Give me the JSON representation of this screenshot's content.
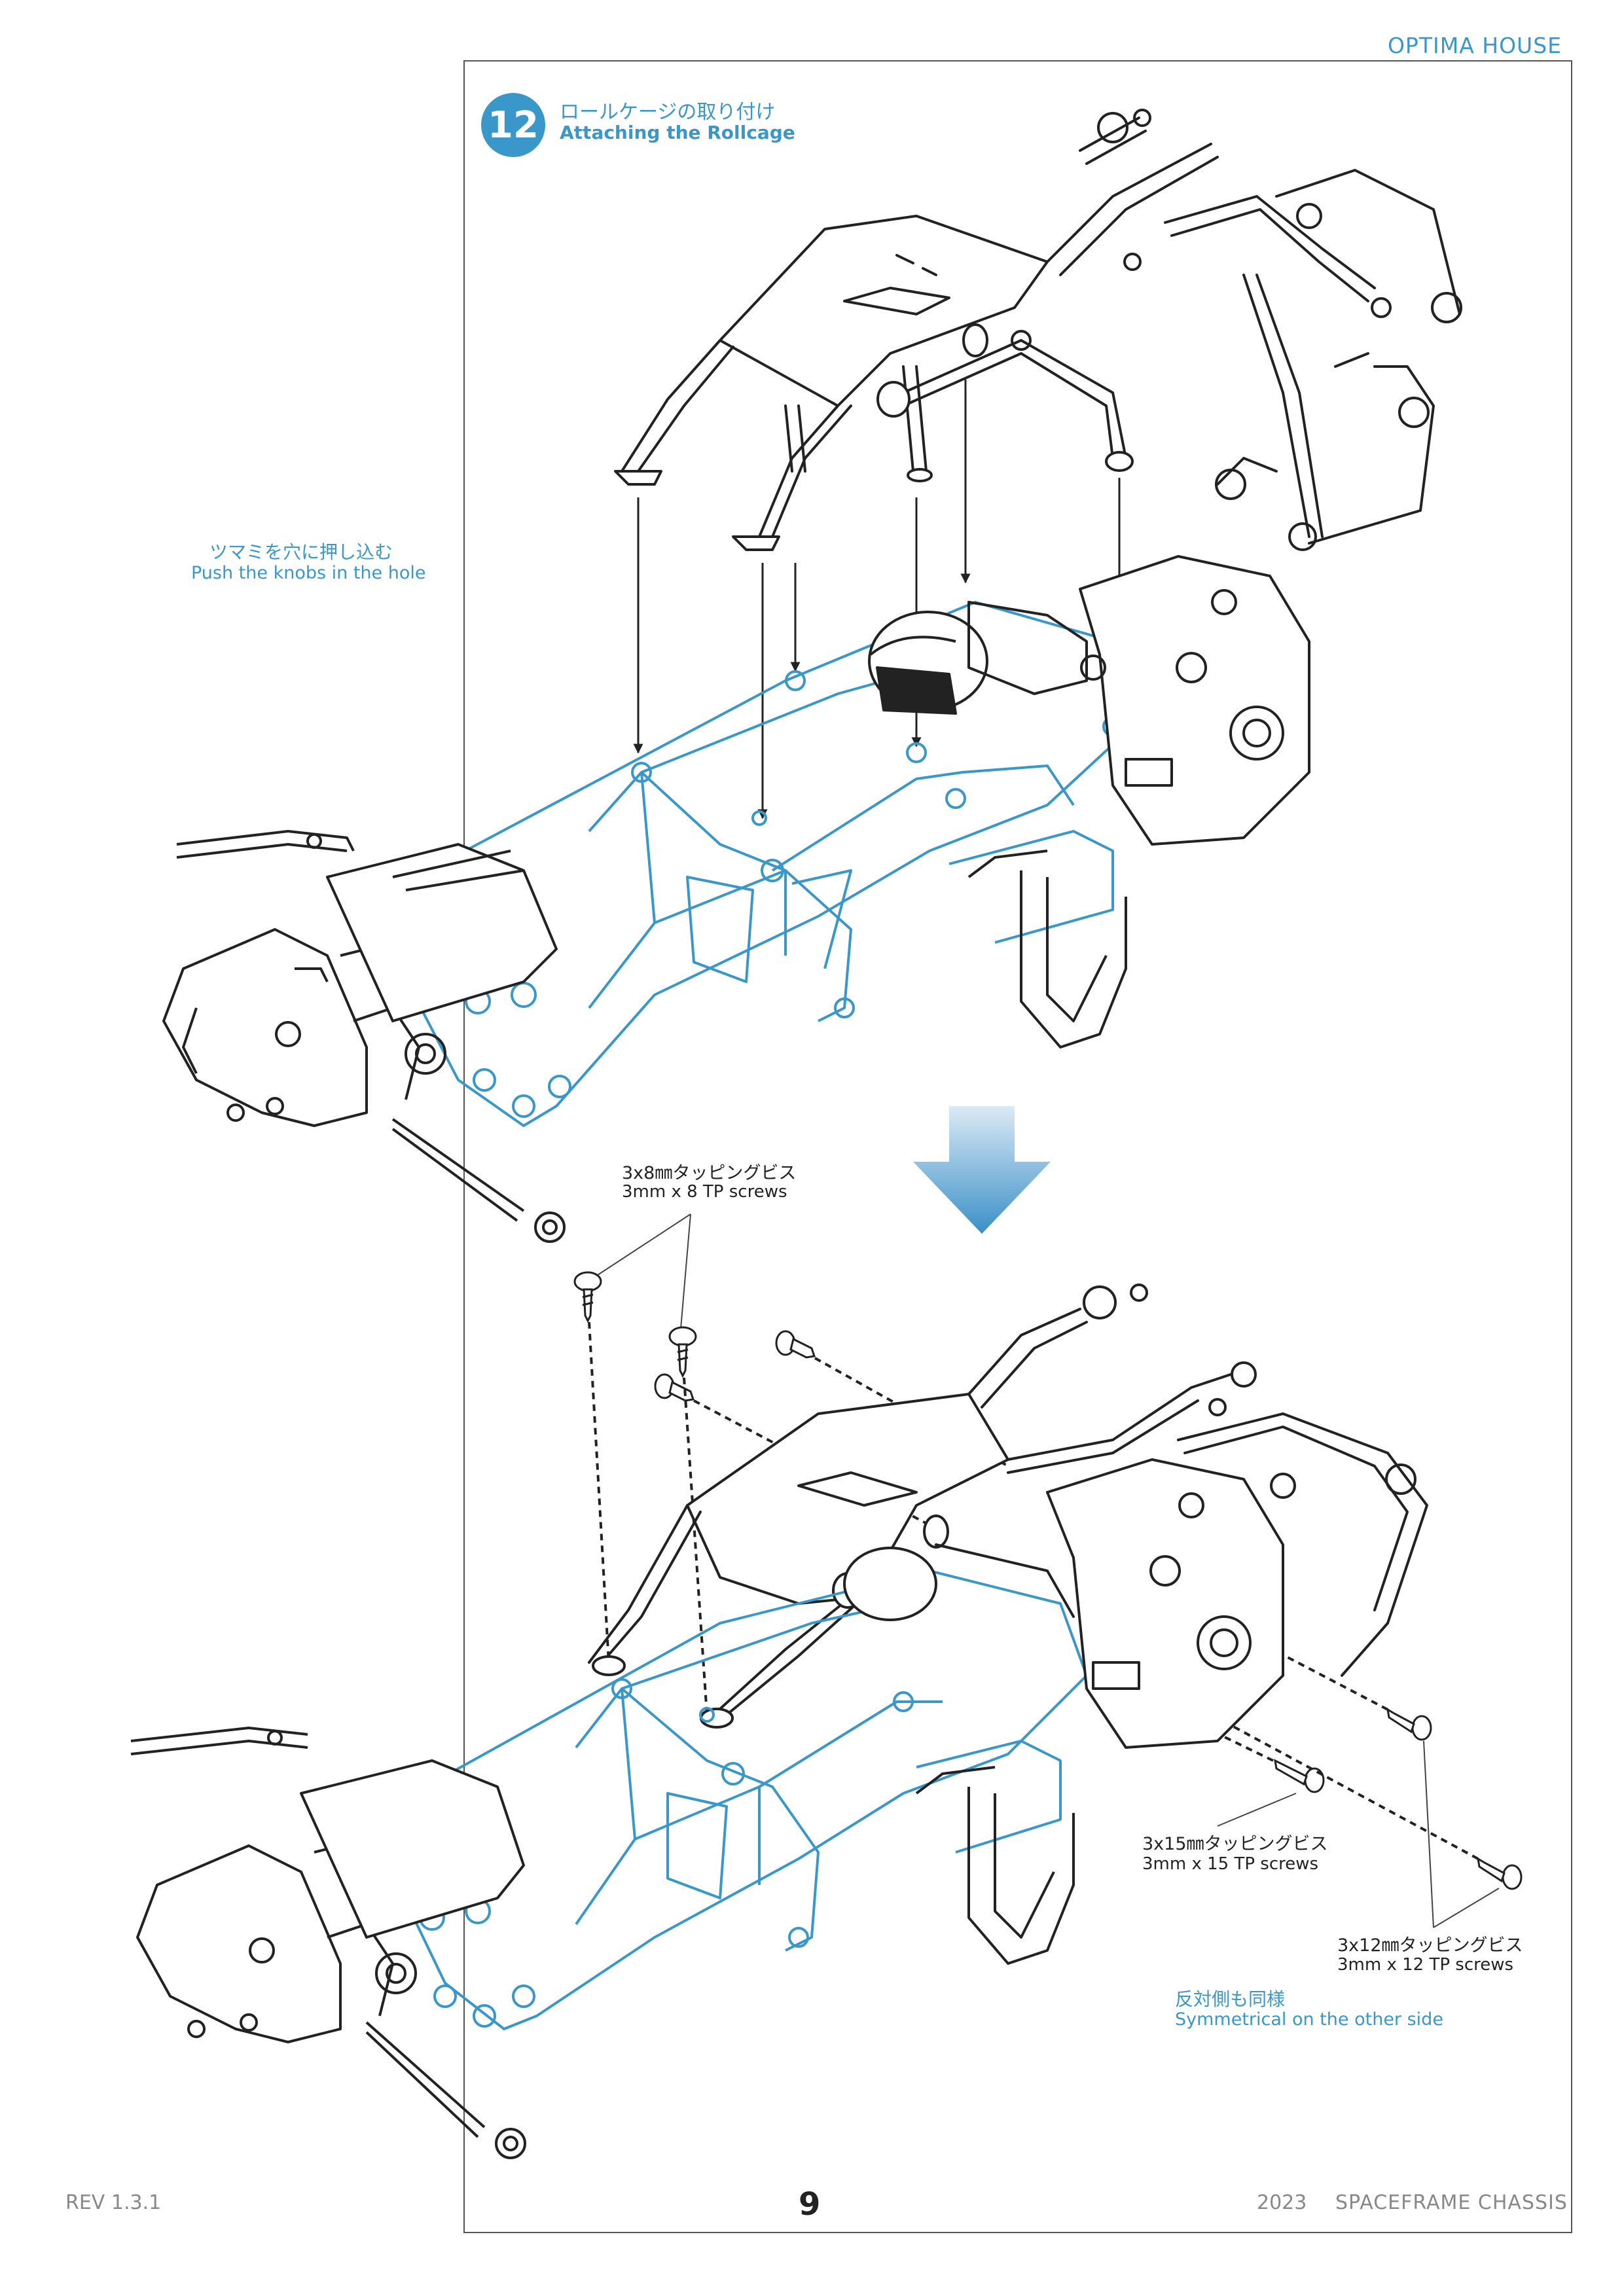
{
  "header": {
    "brand": "OPTIMA HOUSE"
  },
  "step": {
    "number": "12",
    "title_jp": "ロールケージの取り付け",
    "title_en": "Attaching the Rollcage"
  },
  "notes": {
    "knobs_jp": "ツマミを穴に押し込む",
    "knobs_en": "Push the knobs in the hole",
    "symmetric_jp": "反対側も同様",
    "symmetric_en": "Symmetrical on the other side"
  },
  "screws": {
    "s8_jp": "3x8㎜タッピングビス",
    "s8_en": "3mm x 8 TP screws",
    "s15_jp": "3x15㎜タッピングビス",
    "s15_en": "3mm x 15 TP screws",
    "s12_jp": "3x12㎜タッピングビス",
    "s12_en": "3mm x 12 TP screws"
  },
  "footer": {
    "revision": "REV 1.3.1",
    "page_number": "9",
    "year": "2023",
    "title": "SPACEFRAME   CHASSIS"
  },
  "colors": {
    "accent": "#3a97c9",
    "line": "#222222",
    "arrow_light": "#a9cfe6",
    "arrow_dark": "#3a8fc8"
  }
}
